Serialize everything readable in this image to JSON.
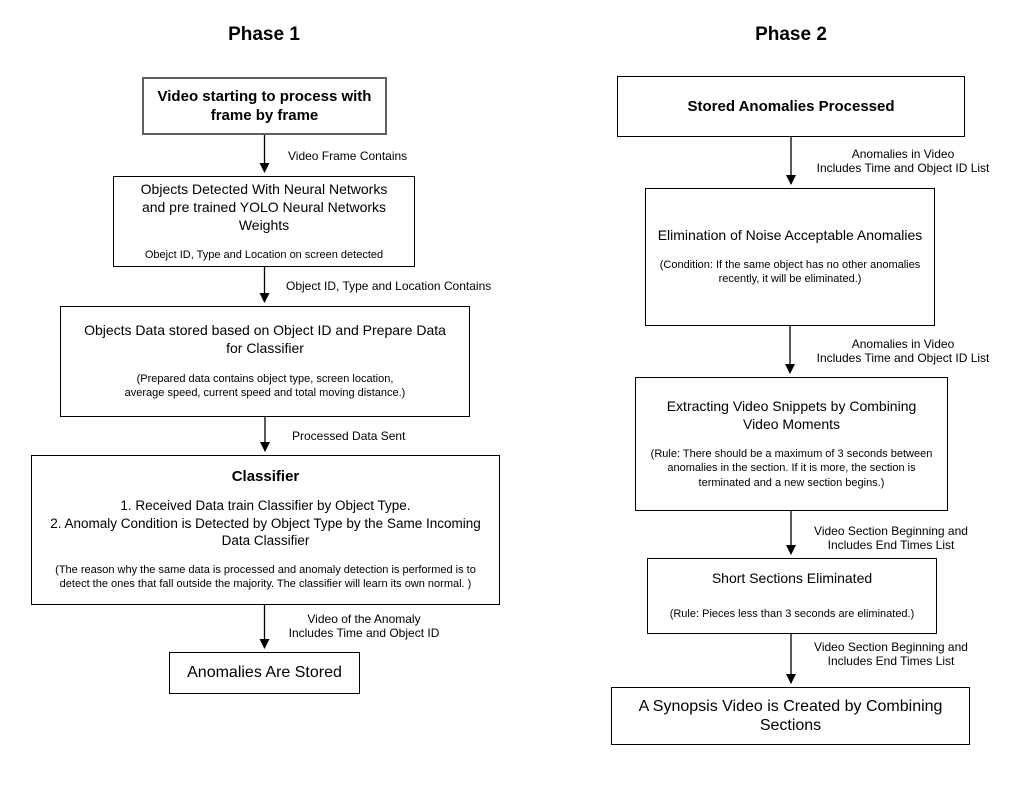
{
  "colors": {
    "box_border": "#000000",
    "start_box_border": "#5f5f5f",
    "background": "#ffffff",
    "text": "#000000"
  },
  "phase1": {
    "title": "Phase 1",
    "boxes": {
      "start": {
        "text": "Video starting to process with\nframe by frame"
      },
      "detect": {
        "text": "Objects Detected With Neural Networks\nand pre trained YOLO Neural Networks\nWeights",
        "note": "Obejct ID, Type and Location on screen detected"
      },
      "prepare": {
        "text": "Objects Data stored based on Object ID and Prepare Data\nfor Classifier",
        "note": "(Prepared data contains object type, screen location,\naverage speed, current speed and total moving distance.)"
      },
      "classifier": {
        "title": "Classifier",
        "body": "1. Received Data train Classifier by Object Type.\n2. Anomaly Condition is Detected by Object Type by the Same Incoming\nData Classifier",
        "note": "(The reason why the same data is processed and anomaly detection is performed is to\ndetect the ones that fall outside the majority. The classifier will learn its own normal. )"
      },
      "stored": {
        "text": "Anomalies Are Stored"
      }
    },
    "edges": {
      "frame": "Video Frame Contains",
      "object": "Object ID, Type and Location Contains",
      "processed": "Processed Data Sent",
      "anomaly": "Video of the Anomaly\nIncludes Time and Object ID"
    }
  },
  "phase2": {
    "title": "Phase 2",
    "boxes": {
      "processed": {
        "text": "Stored Anomalies Processed"
      },
      "noise": {
        "text": "Elimination of Noise Acceptable Anomalies",
        "note": "(Condition: If the same object has no other anomalies\nrecently, it will be eliminated.)"
      },
      "snippets": {
        "text": "Extracting Video Snippets by Combining\nVideo Moments",
        "note": "(Rule: There should be a maximum of 3 seconds between\nanomalies in the section. If it is more, the section is\nterminated and a new section begins.)"
      },
      "short": {
        "text": "Short Sections Eliminated",
        "note": "(Rule: Pieces less than 3 seconds are eliminated.)"
      },
      "synopsis": {
        "text": "A Synopsis Video is Created by Combining Sections"
      }
    },
    "edges": {
      "anomalies1": "Anomalies in Video\nIncludes Time and Object ID List",
      "anomalies2": "Anomalies in Video\nIncludes Time and Object ID List",
      "section1": "Video Section Beginning and\nIncludes End Times List",
      "section2": "Video Section Beginning and\nIncludes End Times List"
    }
  }
}
